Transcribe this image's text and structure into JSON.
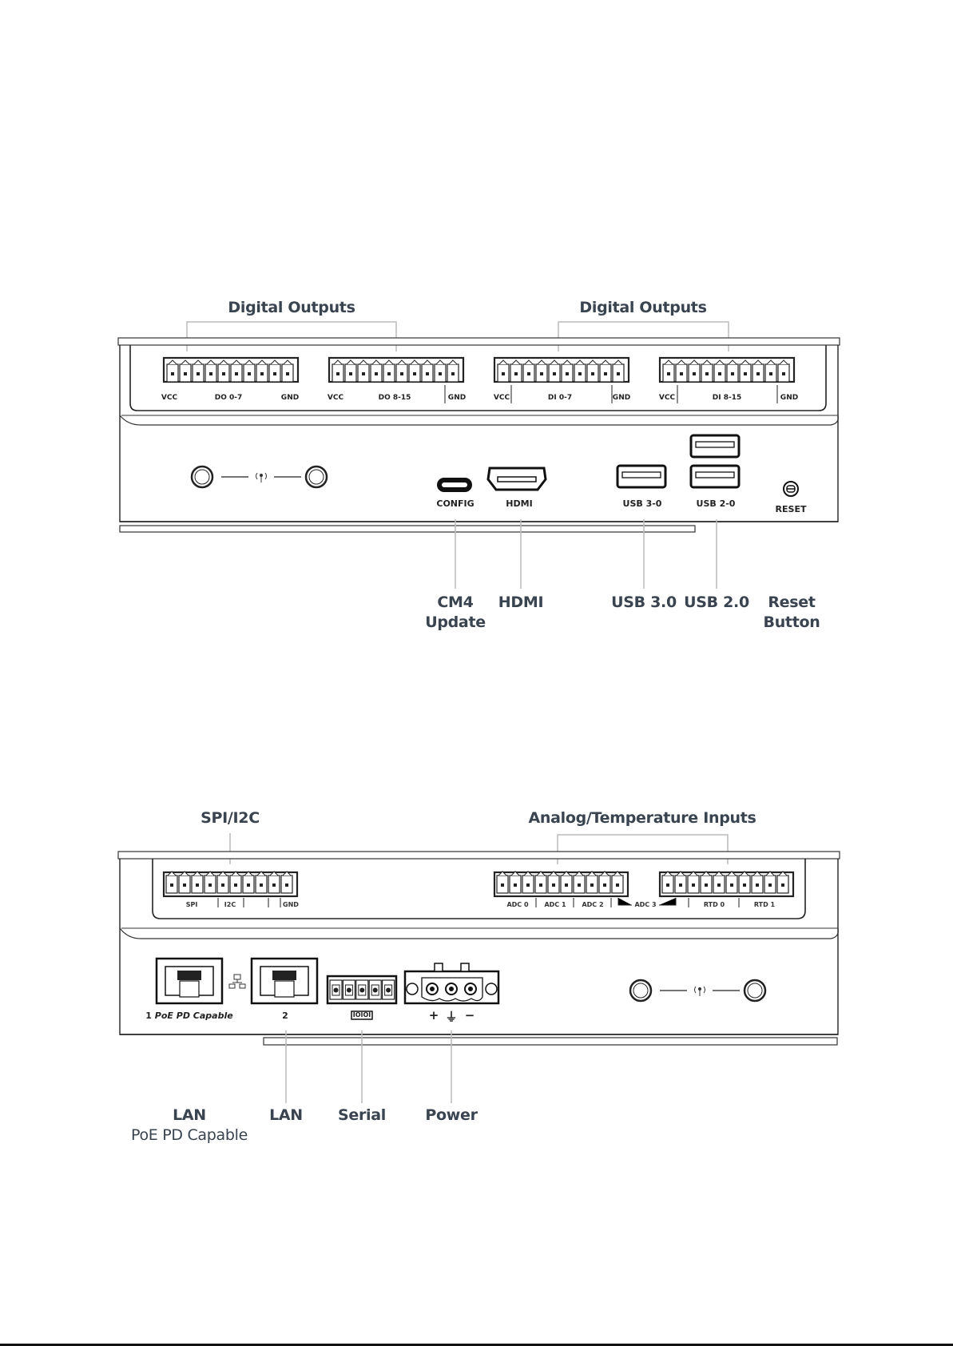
{
  "panels": [
    {
      "name": "front-panel",
      "top_callouts": [
        {
          "label": "Digital Outputs",
          "connectors": [
            "DO 0-7",
            "DO 8-15"
          ]
        },
        {
          "label": "Digital Outputs",
          "connectors": [
            "DI 0-7",
            "DI 8-15"
          ]
        }
      ],
      "terminal_blocks": [
        {
          "left": "VCC",
          "center": "DO 0-7",
          "right": "GND"
        },
        {
          "left": "VCC",
          "center": "DO 8-15",
          "right": "GND"
        },
        {
          "left": "VCC",
          "center": "DI 0-7",
          "right": "GND"
        },
        {
          "left": "VCC",
          "center": "DI 8-15",
          "right": "GND"
        }
      ],
      "ports": {
        "config": "CONFIG",
        "hdmi": "HDMI",
        "usb3": "USB 3-0",
        "usb2": "USB 2-0",
        "reset": "RESET"
      },
      "bottom_callouts": {
        "cm4_line1": "CM4",
        "cm4_line2": "Update",
        "hdmi": "HDMI",
        "usb3": "USB 3.0",
        "usb2": "USB 2.0",
        "reset_line1": "Reset",
        "reset_line2": "Button"
      }
    },
    {
      "name": "rear-panel",
      "top_callouts": {
        "spi_i2c": "SPI/I2C",
        "analog": "Analog/Temperature Inputs"
      },
      "terminal_labels": {
        "spi": "SPI",
        "i2c": "I2C",
        "gnd": "GND",
        "adc0": "ADC 0",
        "adc1": "ADC 1",
        "adc2": "ADC 2",
        "adc3": "ADC 3",
        "rtd0": "RTD 0",
        "rtd1": "RTD 1"
      },
      "ports": {
        "lan1_num": "1",
        "lan1_poe": "PoE PD Capable",
        "lan2": "2",
        "serial_symbol": "IOIOI",
        "power_plus": "+",
        "power_ground": "⏚",
        "power_minus": "−"
      },
      "bottom_callouts": {
        "lan1_line1": "LAN",
        "lan1_line2": "PoE PD Capable",
        "lan2": "LAN",
        "serial": "Serial",
        "power": "Power"
      }
    }
  ]
}
